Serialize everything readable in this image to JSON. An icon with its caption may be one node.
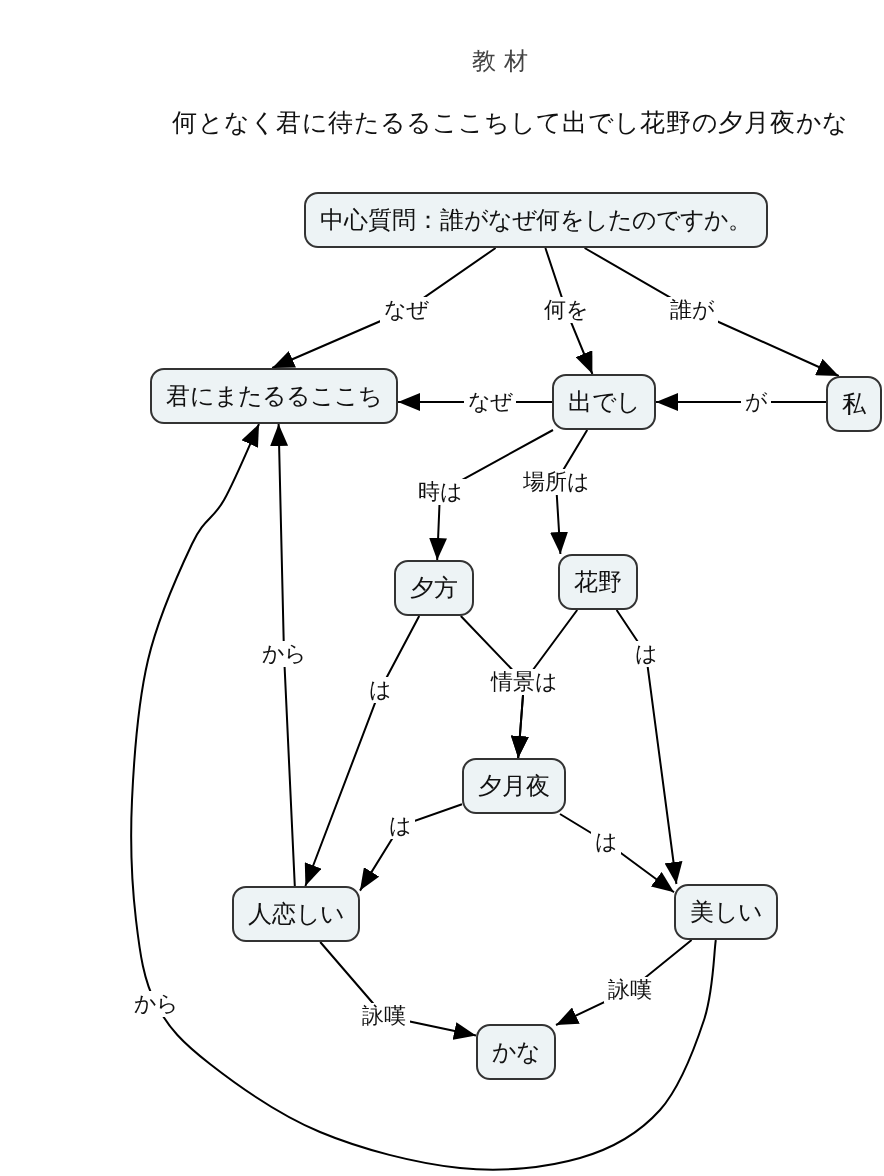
{
  "diagram": {
    "title": "教 材",
    "nodes": [
      {
        "text": [
          "中心質問：誰がなぜ何をしたのですか。"
        ]
      },
      {
        "text": [
          "君にまたるるここち"
        ]
      },
      {
        "text": [
          "出でし"
        ]
      },
      {
        "text": [
          "私"
        ]
      },
      {
        "text": [
          "夕方"
        ]
      },
      {
        "text": [
          "花野"
        ]
      },
      {
        "text": [
          "夕月夜"
        ]
      },
      {
        "text": [
          "人恋しい"
        ]
      },
      {
        "text": [
          "美しい"
        ]
      },
      {
        "text": [
          "かな"
        ]
      }
    ],
    "edges": [
      {
        "from": 0,
        "to": 1,
        "arrow": "to",
        "label": "なぜ"
      },
      {
        "from": 0,
        "to": 2,
        "arrow": "to",
        "label": "何を"
      },
      {
        "from": 0,
        "to": 3,
        "arrow": "to",
        "label": "誰が"
      },
      {
        "from": 2,
        "to": 1,
        "arrow": "to",
        "label": "なぜ"
      },
      {
        "from": 3,
        "to": 2,
        "arrow": "to",
        "label": "が"
      },
      {
        "from": 2,
        "to": 4,
        "arrow": "to",
        "label": "時は"
      },
      {
        "from": 2,
        "to": 5,
        "arrow": "to",
        "label": "場所は"
      },
      {
        "from": 4,
        "to": 7,
        "arrow": "to",
        "label": "は"
      },
      {
        "from": 4,
        "to": 6,
        "arrow": "to",
        "label": "情景は"
      },
      {
        "from": 5,
        "to": 6,
        "arrow": "to"
      },
      {
        "from": 5,
        "to": 8,
        "arrow": "to",
        "label": "は"
      },
      {
        "from": 6,
        "to": 7,
        "arrow": "to",
        "label": "は"
      },
      {
        "from": 6,
        "to": 8,
        "arrow": "to",
        "label": "は"
      },
      {
        "from": 7,
        "to": 1,
        "arrow": "to",
        "label": "から"
      },
      {
        "from": 8,
        "to": 1,
        "arrow": "to",
        "label": "から"
      },
      {
        "from": 7,
        "to": 9,
        "arrow": "to",
        "label": "詠嘆"
      },
      {
        "from": 8,
        "to": 9,
        "arrow": "to",
        "label": "詠嘆"
      }
    ],
    "labels": [
      "何となく君に待たるるここちして出でし花野の夕月夜かな"
    ]
  }
}
